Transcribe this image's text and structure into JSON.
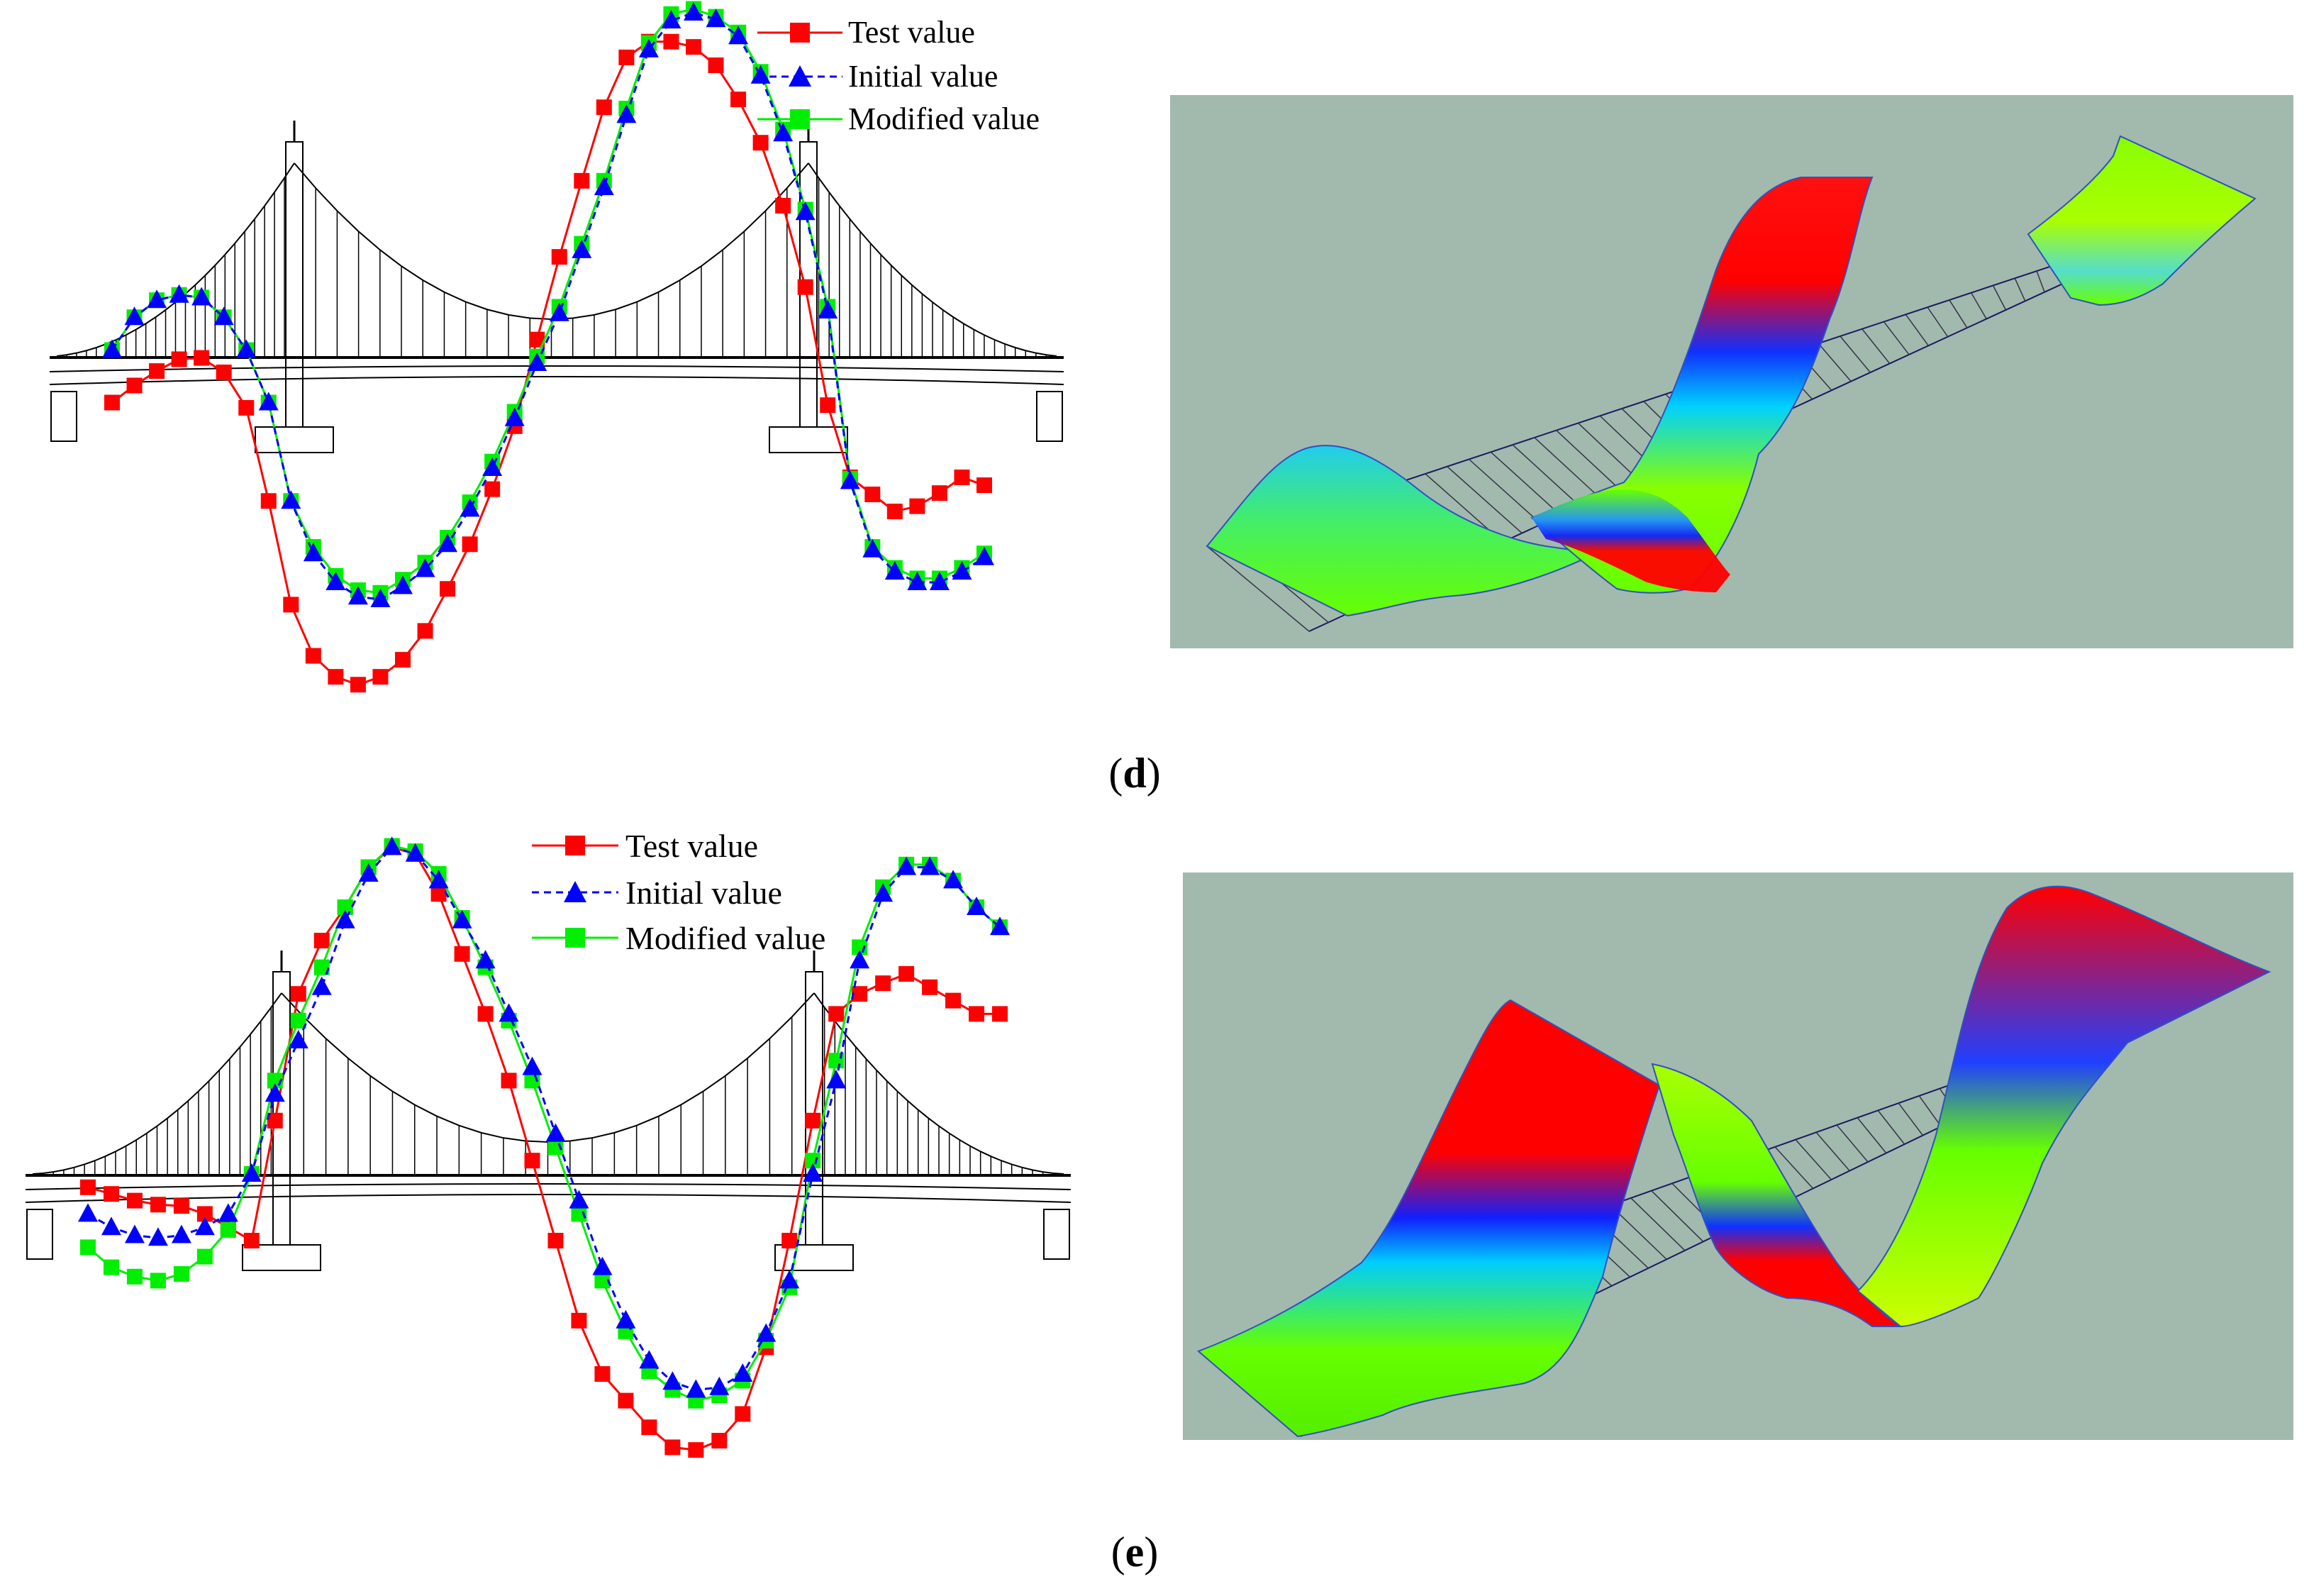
{
  "panels": [
    {
      "label_open": "(",
      "label": "d",
      "label_close": ")"
    },
    {
      "label_open": "(",
      "label": "e",
      "label_close": ")"
    }
  ],
  "legend": [
    "Test value",
    "Initial value",
    "Modified value"
  ],
  "colors": {
    "test": "#ff0000",
    "initial": "#0000ff",
    "modified": "#00ee00",
    "bridge": "#000000",
    "view_background": "#a2b9ae"
  },
  "chart_data": [
    {
      "type": "line",
      "panel": "d",
      "x": [
        1,
        2,
        3,
        4,
        5,
        6,
        7,
        8,
        9,
        10,
        11,
        12,
        13,
        14,
        15,
        16,
        17,
        18,
        19,
        20,
        21,
        22,
        23,
        24,
        25,
        26,
        27,
        28,
        29,
        30,
        31,
        32,
        33,
        34,
        35,
        36,
        37,
        38,
        39,
        40
      ],
      "series": [
        {
          "name": "Test value",
          "marker": "square",
          "line": "solid",
          "values": [
            -0.3,
            -0.17,
            -0.06,
            0.03,
            0.04,
            -0.07,
            -0.34,
            -1.05,
            -1.84,
            -2.23,
            -2.39,
            -2.45,
            -2.39,
            -2.26,
            -2.04,
            -1.72,
            -1.38,
            -0.96,
            -0.48,
            0.18,
            0.81,
            1.39,
            1.95,
            2.33,
            2.45,
            2.45,
            2.41,
            2.27,
            2.01,
            1.68,
            1.2,
            0.58,
            -0.32,
            -0.87,
            -1.0,
            -1.13,
            -1.09,
            -0.99,
            -0.87,
            -0.93
          ]
        },
        {
          "name": "Initial value",
          "marker": "triangle",
          "line": "dashed",
          "values": [
            0.1,
            0.35,
            0.48,
            0.52,
            0.5,
            0.35,
            0.1,
            -0.3,
            -1.05,
            -1.45,
            -1.67,
            -1.78,
            -1.8,
            -1.7,
            -1.57,
            -1.38,
            -1.11,
            -0.8,
            -0.42,
            0.0,
            0.38,
            0.86,
            1.34,
            1.89,
            2.39,
            2.61,
            2.67,
            2.62,
            2.49,
            2.19,
            1.75,
            1.15,
            0.4,
            -0.9,
            -1.42,
            -1.59,
            -1.67,
            -1.67,
            -1.59,
            -1.48
          ]
        },
        {
          "name": "Modified value",
          "marker": "square",
          "line": "solid",
          "values": [
            0.1,
            0.35,
            0.48,
            0.52,
            0.5,
            0.35,
            0.1,
            -0.3,
            -1.05,
            -1.4,
            -1.62,
            -1.73,
            -1.75,
            -1.65,
            -1.52,
            -1.33,
            -1.06,
            -0.75,
            -0.37,
            0.05,
            0.43,
            0.91,
            1.39,
            1.94,
            2.44,
            2.66,
            2.7,
            2.64,
            2.52,
            2.22,
            1.78,
            1.17,
            0.43,
            -0.88,
            -1.4,
            -1.56,
            -1.64,
            -1.64,
            -1.56,
            -1.45
          ]
        }
      ]
    },
    {
      "type": "line",
      "panel": "e",
      "x": [
        1,
        2,
        3,
        4,
        5,
        6,
        7,
        8,
        9,
        10,
        11,
        12,
        13,
        14,
        15,
        16,
        17,
        18,
        19,
        20,
        21,
        22,
        23,
        24,
        25,
        26,
        27,
        28,
        29,
        30,
        31,
        32,
        33,
        34,
        35,
        36,
        37,
        38,
        39,
        40
      ],
      "series": [
        {
          "name": "Test value",
          "marker": "square",
          "line": "solid",
          "values": [
            -0.1,
            -0.15,
            -0.2,
            -0.23,
            -0.24,
            -0.3,
            -0.4,
            -0.5,
            0.4,
            1.35,
            1.75,
            2.0,
            2.3,
            2.45,
            2.4,
            2.1,
            1.65,
            1.2,
            0.7,
            0.1,
            -0.5,
            -1.1,
            -1.5,
            -1.7,
            -1.9,
            -2.05,
            -2.07,
            -2.0,
            -1.8,
            -1.3,
            -0.5,
            0.4,
            1.2,
            1.35,
            1.43,
            1.5,
            1.4,
            1.3,
            1.2,
            1.2
          ]
        },
        {
          "name": "Initial value",
          "marker": "triangle",
          "line": "dashed",
          "values": [
            -0.3,
            -0.4,
            -0.46,
            -0.48,
            -0.46,
            -0.4,
            -0.3,
            0.0,
            0.6,
            1.0,
            1.4,
            1.9,
            2.25,
            2.45,
            2.4,
            2.2,
            1.9,
            1.6,
            1.2,
            0.8,
            0.3,
            -0.2,
            -0.7,
            -1.1,
            -1.4,
            -1.56,
            -1.62,
            -1.6,
            -1.5,
            -1.2,
            -0.8,
            0.0,
            0.7,
            1.6,
            2.1,
            2.3,
            2.3,
            2.2,
            2.0,
            1.85
          ]
        },
        {
          "name": "Modified value",
          "marker": "square",
          "line": "solid",
          "values": [
            -0.55,
            -0.7,
            -0.77,
            -0.8,
            -0.75,
            -0.62,
            -0.42,
            0.0,
            0.7,
            1.15,
            1.55,
            2.0,
            2.3,
            2.46,
            2.42,
            2.25,
            1.92,
            1.55,
            1.15,
            0.7,
            0.2,
            -0.3,
            -0.8,
            -1.18,
            -1.48,
            -1.62,
            -1.7,
            -1.66,
            -1.55,
            -1.25,
            -0.85,
            0.1,
            0.85,
            1.7,
            2.15,
            2.32,
            2.32,
            2.2,
            2.0,
            1.85
          ]
        }
      ]
    }
  ]
}
